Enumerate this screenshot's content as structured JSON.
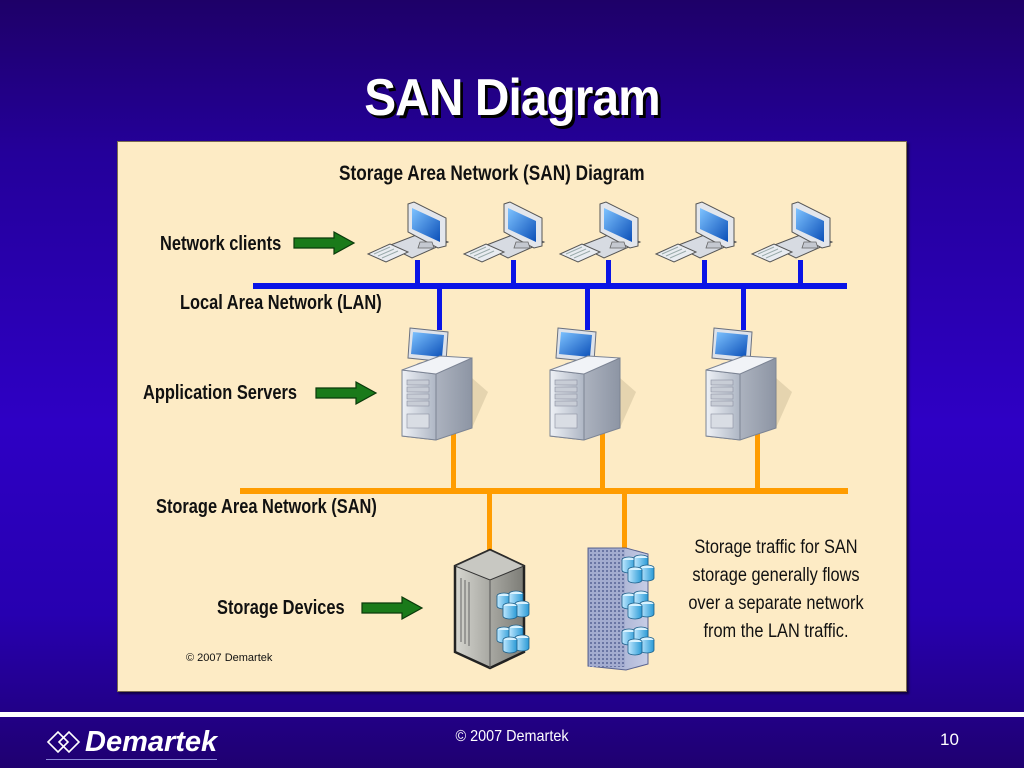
{
  "slide": {
    "title": "SAN Diagram",
    "page_number": "10",
    "footer_copyright": "© 2007 Demartek",
    "logo_text": "Demartek"
  },
  "diagram": {
    "heading": "Storage Area Network (SAN) Diagram",
    "labels": {
      "network_clients": "Network clients",
      "lan": "Local Area Network (LAN)",
      "application_servers": "Application Servers",
      "san": "Storage Area Network (SAN)",
      "storage_devices": "Storage Devices"
    },
    "note_lines": [
      "Storage traffic for SAN",
      "storage generally flows",
      "over a separate network",
      "from the LAN traffic."
    ],
    "copyright": "© 2007 Demartek",
    "nodes": {
      "clients": [
        "client-workstation",
        "client-workstation",
        "client-workstation",
        "client-workstation",
        "client-workstation"
      ],
      "servers": [
        "application-server",
        "application-server",
        "application-server"
      ],
      "storage": [
        "storage-array-cabinet",
        "storage-rack-tower"
      ]
    },
    "colors": {
      "lan_line": "#0a14e6",
      "san_line": "#ff9c00",
      "arrow": "#1a7a1a",
      "panel_bg": "#fdebc5"
    }
  }
}
